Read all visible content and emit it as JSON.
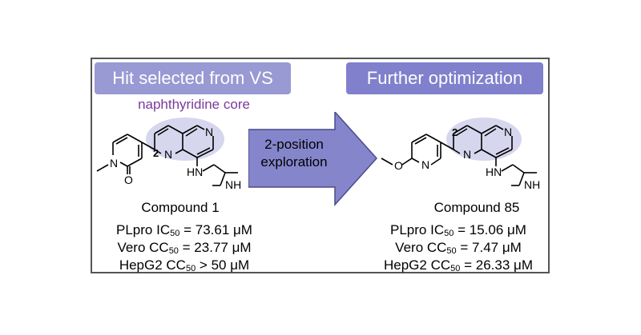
{
  "left": {
    "header": "Hit selected from VS",
    "core_label": "naphthyridine core",
    "compound": "Compound 1",
    "stats": [
      {
        "prefix": "PLpro IC",
        "sub": "50",
        "suffix": " = 73.61 μM"
      },
      {
        "prefix": "Vero CC",
        "sub": "50",
        "suffix": " = 23.77 μM"
      },
      {
        "prefix": "HepG2 CC",
        "sub": "50",
        "suffix": " > 50 μM"
      }
    ]
  },
  "right": {
    "header": "Further optimization",
    "compound": "Compound 85",
    "stats": [
      {
        "prefix": "PLpro IC",
        "sub": "50",
        "suffix": " = 15.06 μM"
      },
      {
        "prefix": "Vero CC",
        "sub": "50",
        "suffix": " = 7.47 μM"
      },
      {
        "prefix": "HepG2 CC",
        "sub": "50",
        "suffix": " = 26.33 μM"
      }
    ]
  },
  "arrow": {
    "line1": "2-position",
    "line2": "exploration"
  },
  "atoms": {
    "N": "N",
    "O": "O",
    "HN": "HN",
    "NH": "NH",
    "position": "2"
  },
  "colors": {
    "left_header": "#9999d4",
    "right_header": "#8080cc",
    "arrow": "#8585cc",
    "core_highlight": "#d6d6ee",
    "core_label": "#7a3a9a",
    "frame": "#555555"
  }
}
